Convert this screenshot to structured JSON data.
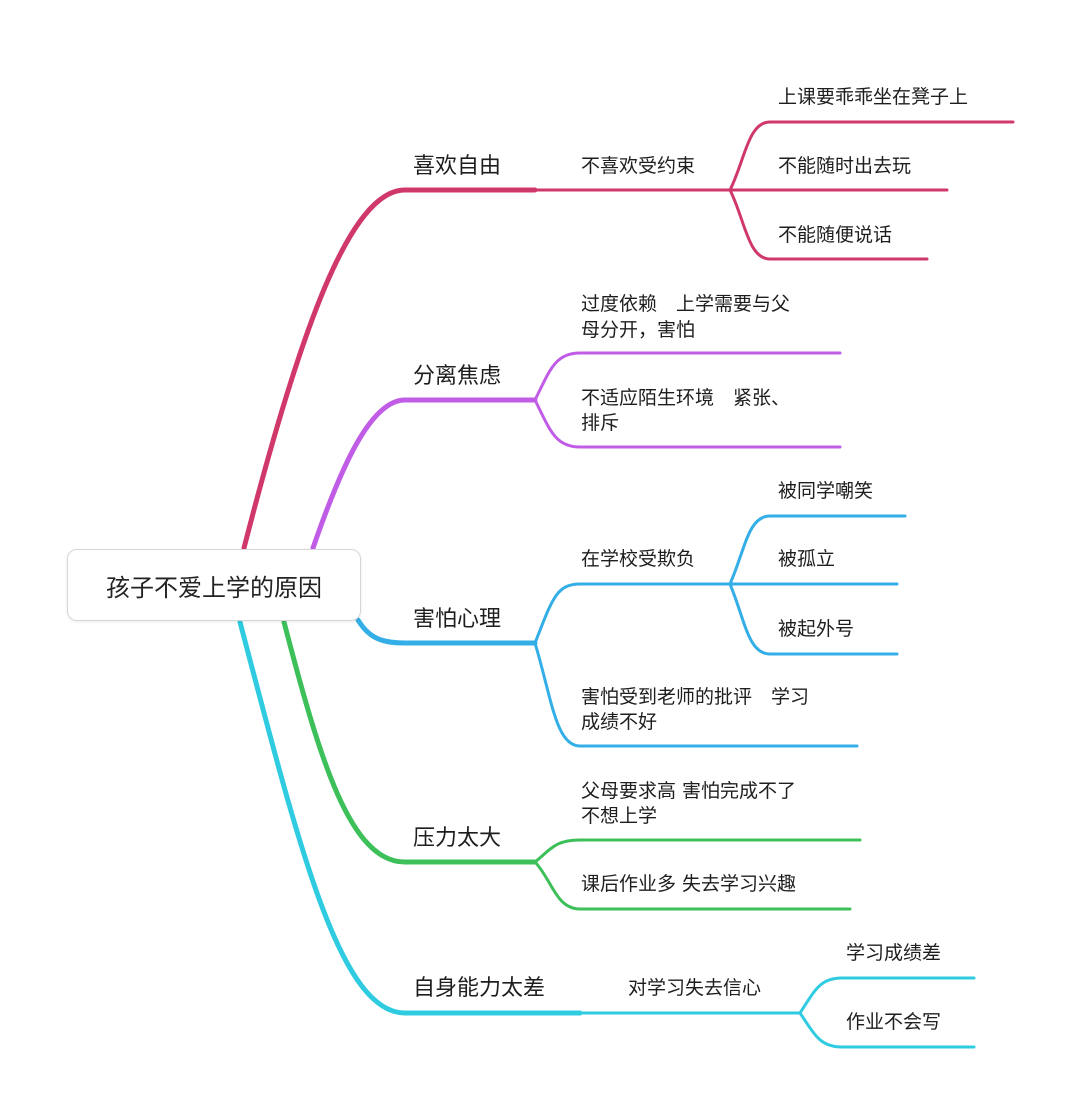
{
  "root": {
    "label": "孩子不爱上学的原因"
  },
  "branches": [
    {
      "id": "b1",
      "color": "#d0386a",
      "label": "喜欢自由",
      "children": [
        {
          "label": "不喜欢受约束",
          "children": [
            {
              "label": "上课要乖乖坐在凳子上"
            },
            {
              "label": "不能随时出去玩"
            },
            {
              "label": "不能随便说话"
            }
          ]
        }
      ]
    },
    {
      "id": "b2",
      "color": "#c05ce6",
      "label": "分离焦虑",
      "children": [
        {
          "label": "过度依赖　上学需要与父",
          "label2": "母分开，害怕"
        },
        {
          "label": "不适应陌生环境　紧张、",
          "label2": "排斥"
        }
      ]
    },
    {
      "id": "b3",
      "color": "#33aee6",
      "label": "害怕心理",
      "children": [
        {
          "label": "在学校受欺负",
          "children": [
            {
              "label": "被同学嘲笑"
            },
            {
              "label": "被孤立"
            },
            {
              "label": "被起外号"
            }
          ]
        },
        {
          "label": "害怕受到老师的批评　学习",
          "label2": "成绩不好"
        }
      ]
    },
    {
      "id": "b4",
      "color": "#3dbf5a",
      "label": "压力太大",
      "children": [
        {
          "label": "父母要求高  害怕完成不了",
          "label2": "不想上学"
        },
        {
          "label": "课后作业多  失去学习兴趣"
        }
      ]
    },
    {
      "id": "b5",
      "color": "#2fcbe0",
      "label": "自身能力太差",
      "children": [
        {
          "label": "对学习失去信心",
          "children": [
            {
              "label": "学习成绩差"
            },
            {
              "label": "作业不会写"
            }
          ]
        }
      ]
    }
  ]
}
